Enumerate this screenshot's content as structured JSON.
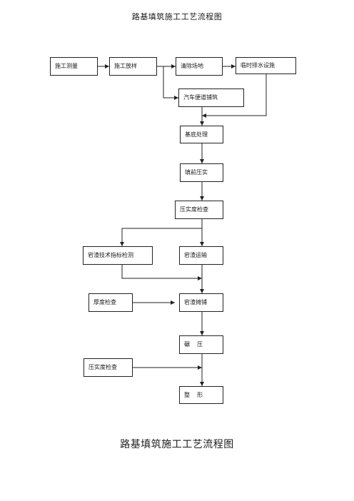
{
  "header": {
    "title": "路基填筑施工工艺流程图"
  },
  "caption": "路基填筑施工工艺流程图",
  "colors": {
    "line": "#222222",
    "box_border": "#222222",
    "background": "#ffffff"
  },
  "nodes": [
    {
      "id": "survey",
      "label": "施工测量"
    },
    {
      "id": "layout",
      "label": "施工放样"
    },
    {
      "id": "clear",
      "label": "清除场地"
    },
    {
      "id": "drainage",
      "label": "临时排水设施"
    },
    {
      "id": "access-road",
      "label": "汽车便道铺筑"
    },
    {
      "id": "base",
      "label": "基底处理"
    },
    {
      "id": "fill-compact",
      "label": "填前压实"
    },
    {
      "id": "compact-check",
      "label": "压实度检查"
    },
    {
      "id": "slag-test",
      "label": "宕渣技术指标检测"
    },
    {
      "id": "slag-transport",
      "label": "宕渣运输"
    },
    {
      "id": "thickness",
      "label": "厚度检查"
    },
    {
      "id": "slag-spread",
      "label": "宕渣摊铺"
    },
    {
      "id": "roll",
      "label": "碾    压"
    },
    {
      "id": "compact-check-2",
      "label": "压实度检查"
    },
    {
      "id": "shaping",
      "label": "整    形"
    }
  ]
}
